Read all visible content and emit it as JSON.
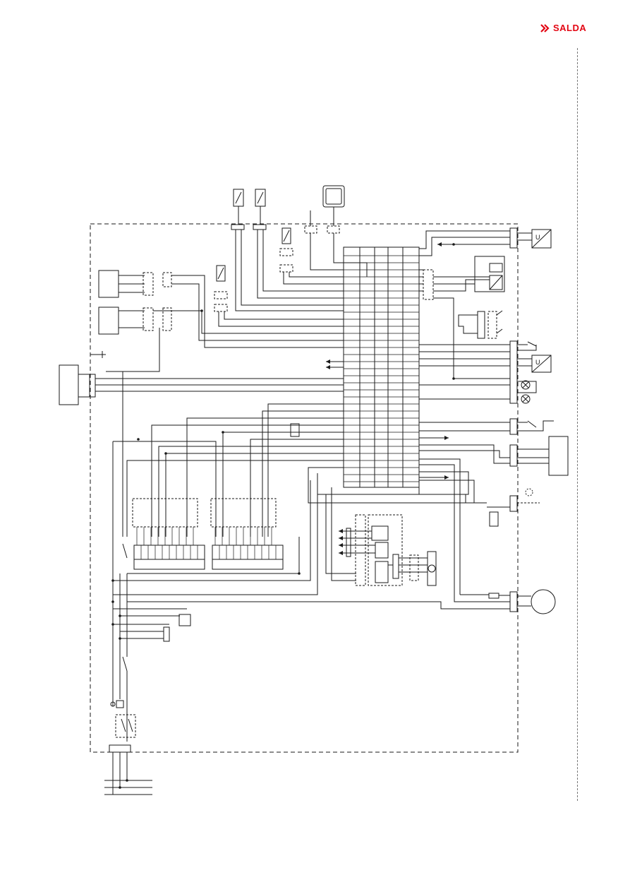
{
  "brand": {
    "name": "SALDA",
    "logo_icon": "salda-logo-icon",
    "color": "#e30613"
  },
  "diagram": {
    "kind": "wiring-schematic",
    "line_color": "#1a1a1a",
    "frame_style": "dashed",
    "component_labels": [
      "U",
      "U"
    ]
  }
}
